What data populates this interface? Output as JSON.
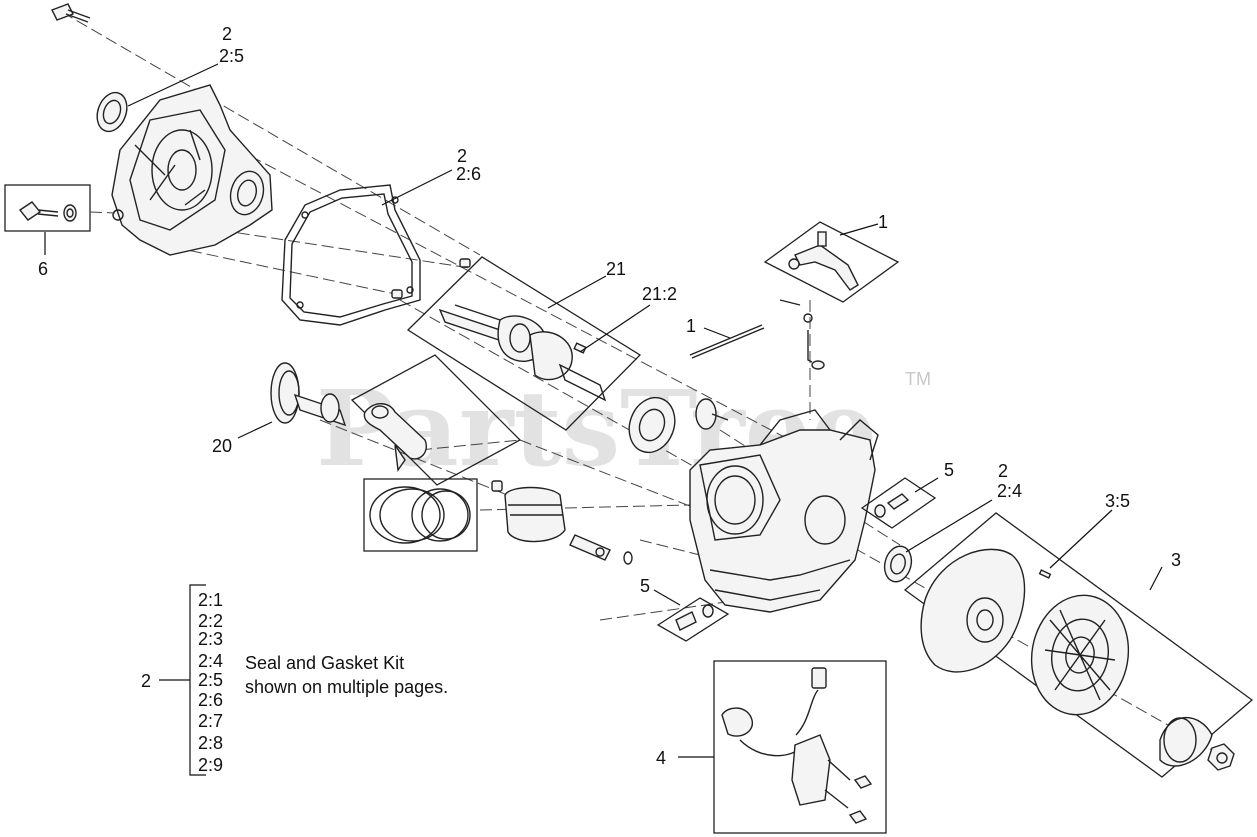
{
  "watermark": {
    "text": "PartsTree",
    "trademark": "TM"
  },
  "callouts": {
    "c_2_top": "2",
    "c_2_5": "2:5",
    "c_2_mid": "2",
    "c_2_6": "2:6",
    "c_6": "6",
    "c_1_top": "1",
    "c_21": "21",
    "c_21_2": "21:2",
    "c_1_mid": "1",
    "c_20": "20",
    "c_5_right": "5",
    "c_2_right": "2",
    "c_2_4": "2:4",
    "c_3_5": "3:5",
    "c_3": "3",
    "c_5_bottom": "5",
    "c_4": "4"
  },
  "kit_legend": {
    "parent": "2",
    "items": [
      "2:1",
      "2:2",
      "2:3",
      "2:4",
      "2:5",
      "2:6",
      "2:7",
      "2:8",
      "2:9"
    ],
    "note_line1": "Seal and Gasket Kit",
    "note_line2": "shown on multiple pages."
  }
}
